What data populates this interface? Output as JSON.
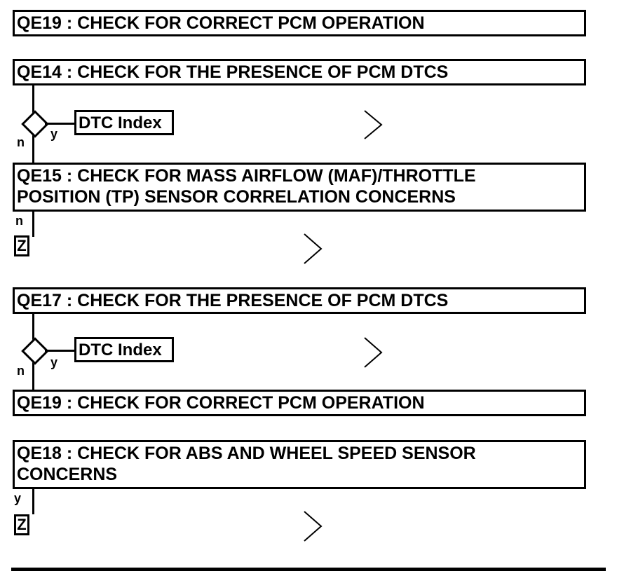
{
  "steps": {
    "qe19_top": "QE19 : CHECK FOR CORRECT PCM OPERATION",
    "qe14": "QE14 : CHECK FOR THE PRESENCE OF PCM DTCS",
    "qe15": "QE15 : CHECK FOR MASS AIRFLOW (MAF)/THROTTLE\nPOSITION (TP) SENSOR CORRELATION CONCERNS",
    "qe17": "QE17 : CHECK FOR THE PRESENCE OF PCM DTCS",
    "qe19_mid": "QE19 : CHECK FOR CORRECT PCM OPERATION",
    "qe18": "QE18 : CHECK FOR ABS AND WHEEL SPEED SENSOR\nCONCERNS"
  },
  "links": {
    "dtc_index_1": "DTC Index",
    "dtc_index_2": "DTC Index"
  },
  "branch_labels": {
    "yes": "y",
    "no": "n"
  },
  "terminators": {
    "z": "Z"
  },
  "icons": {
    "next": "chevron-right-icon",
    "decision": "diamond-icon"
  }
}
